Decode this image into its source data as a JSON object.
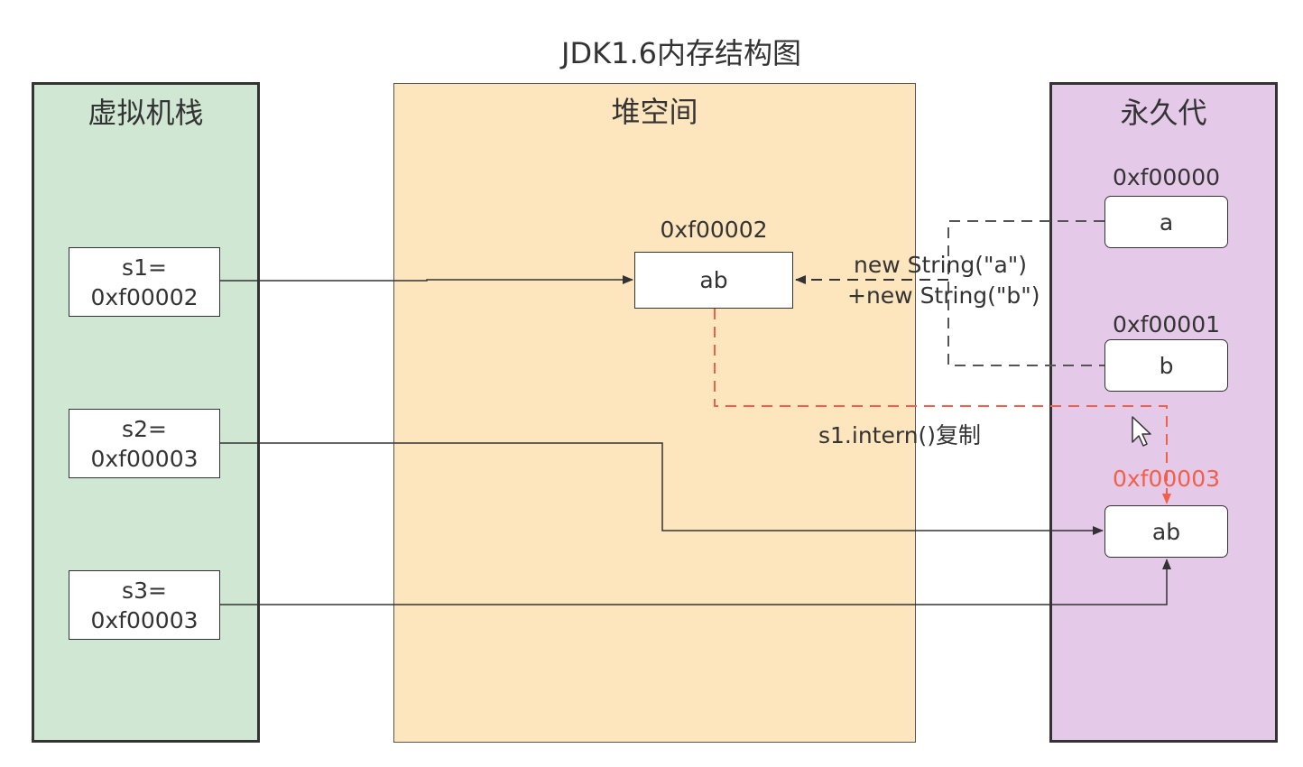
{
  "title": "JDK1.6内存结构图",
  "regions": {
    "stack": {
      "label": "虚拟机栈",
      "color": "#cfe7d3"
    },
    "heap": {
      "label": "堆空间",
      "color": "#fde5bd"
    },
    "perm": {
      "label": "永久代",
      "color": "#e5c9e8"
    }
  },
  "stack_vars": [
    {
      "name": "s1=",
      "value": "0xf00002"
    },
    {
      "name": "s2=",
      "value": "0xf00003"
    },
    {
      "name": "s3=",
      "value": "0xf00003"
    }
  ],
  "heap_object": {
    "address": "0xf00002",
    "value": "ab"
  },
  "perm_objects": [
    {
      "address": "0xf00000",
      "value": "a"
    },
    {
      "address": "0xf00001",
      "value": "b"
    },
    {
      "address": "0xf00003",
      "value": "ab"
    }
  ],
  "annotations": {
    "concat_line1": "new String(\"a\")",
    "concat_line2": "+new String(\"b\")",
    "intern": "s1.intern()复制"
  },
  "colors": {
    "line": "#333333",
    "intern_arrow": "#f0604a"
  }
}
